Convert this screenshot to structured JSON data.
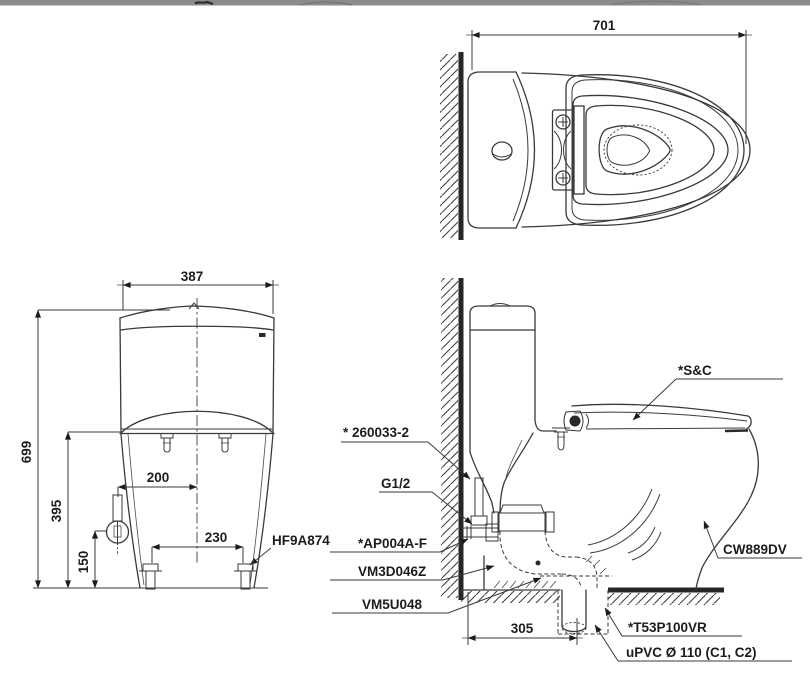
{
  "page": {
    "background_color": "#ffffff",
    "line_color": "#3a3a3a",
    "text_color": "#1c1c1c",
    "top_bar_color": "#8b8b8b",
    "drawing_type": "toilet installation dimension drawing, three orthographic views"
  },
  "dimensions": {
    "top_view_depth": "701",
    "front_width": "387",
    "total_height": "699",
    "rim_height": "395",
    "supply_height": "150",
    "supply_offset": "200",
    "bolt_spacing": "230",
    "rough_in": "305"
  },
  "part_labels": {
    "floor_bolt": "HF9A874",
    "seat_and_cover": "*S&C",
    "wall_fitting": "* 260033-2",
    "supply_thread": "G1/2",
    "angle_valve": "*AP004A-F",
    "trap_seal": "VM3D046Z",
    "outlet_connector": "VM5U048",
    "bowl_model": "CW889DV",
    "drain_socket": "*T53P100VR",
    "drain_pipe": "uPVC  Ø 110 (C1, C2)"
  }
}
